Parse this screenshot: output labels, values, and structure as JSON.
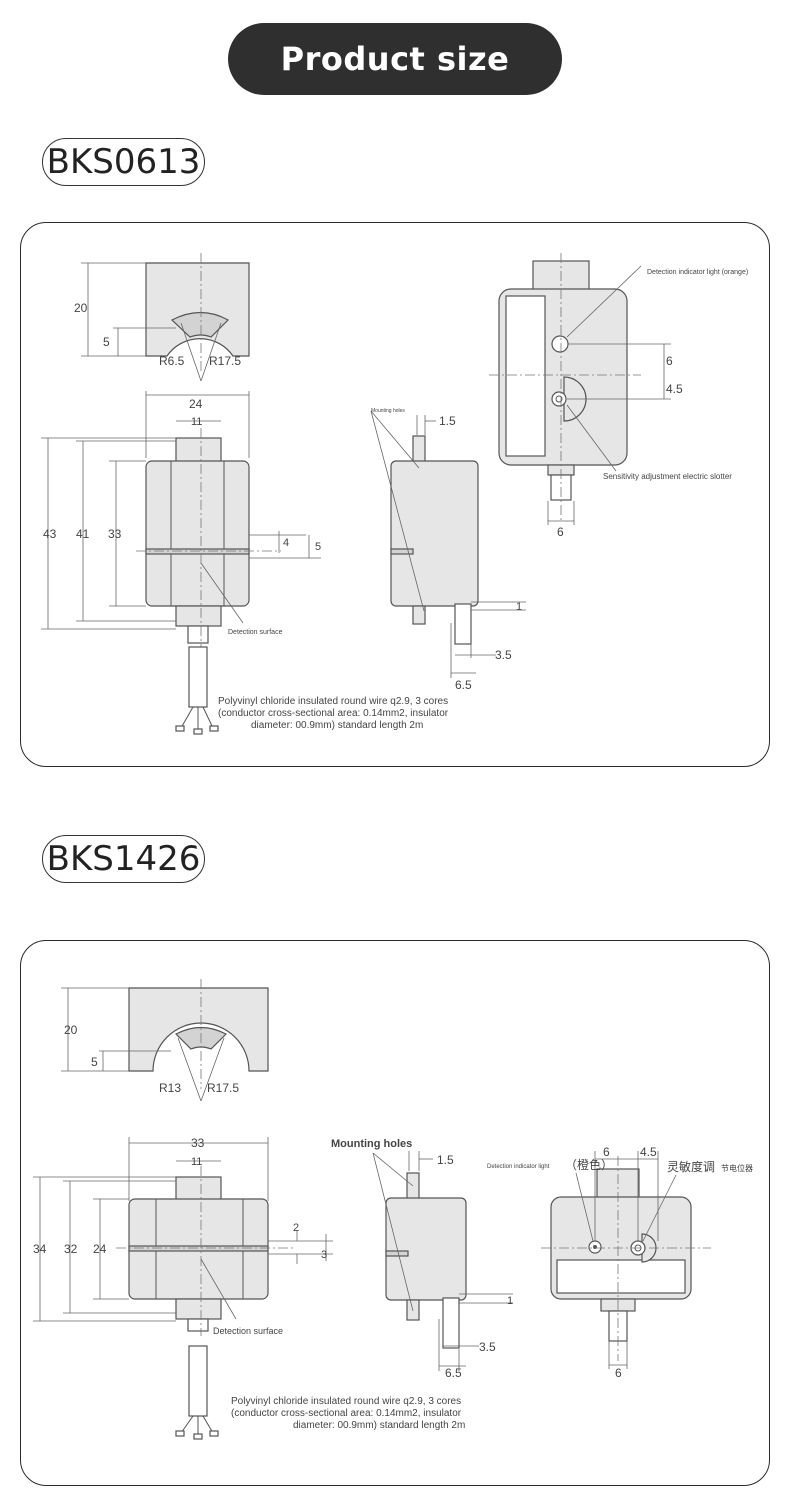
{
  "header": {
    "title": "Product size"
  },
  "models": [
    {
      "name": "BKS0613",
      "dims": {
        "top_height": "20",
        "top_notch": "5",
        "r_inner": "R6.5",
        "r_outer": "R17.5",
        "width": "24",
        "inner_width": "11",
        "h_total": "43",
        "h_body_a": "41",
        "h_body_b": "33",
        "slot_a": "4",
        "slot_b": "5",
        "side_top": "1.5",
        "side_bottom": "1",
        "cable_w": "3.5",
        "cable_total": "6.5",
        "front_a": "6",
        "front_b": "4.5",
        "front_bottom": "6"
      },
      "labels": {
        "mounting_holes": "Mounting holes",
        "detection_surface": "Detection surface",
        "indicator": "Detection indicator light (orange)",
        "sensitivity": "Sensitivity adjustment electric slotter",
        "wire_line1": "Polyvinyl chloride insulated round wire q2.9, 3 cores",
        "wire_line2": "(conductor cross-sectional area: 0.14mm2, insulator",
        "wire_line3": "diameter: 00.9mm) standard length 2m"
      }
    },
    {
      "name": "BKS1426",
      "dims": {
        "top_height": "20",
        "top_notch": "5",
        "r_inner": "R13",
        "r_outer": "R17.5",
        "width": "33",
        "inner_width": "11",
        "h_total": "34",
        "h_body_a": "32",
        "h_body_b": "24",
        "slot_a": "2",
        "slot_b": "3",
        "side_top": "1.5",
        "side_bottom": "1",
        "cable_w": "3.5",
        "cable_total": "6.5",
        "front_a": "6",
        "front_b": "4.5",
        "front_bottom": "6"
      },
      "labels": {
        "mounting_holes": "Mounting holes",
        "detection_surface": "Detection surface",
        "indicator": "Detection indicator light",
        "indicator_cn": "（橙色）",
        "sensitivity_cn": "灵敏度调",
        "sensitivity_tail": "节电位器",
        "wire_line1": "Polyvinyl chloride insulated round wire q2.9, 3 cores",
        "wire_line2": "(conductor cross-sectional area: 0.14mm2, insulator",
        "wire_line3": "diameter: 00.9mm) standard length 2m"
      }
    }
  ]
}
